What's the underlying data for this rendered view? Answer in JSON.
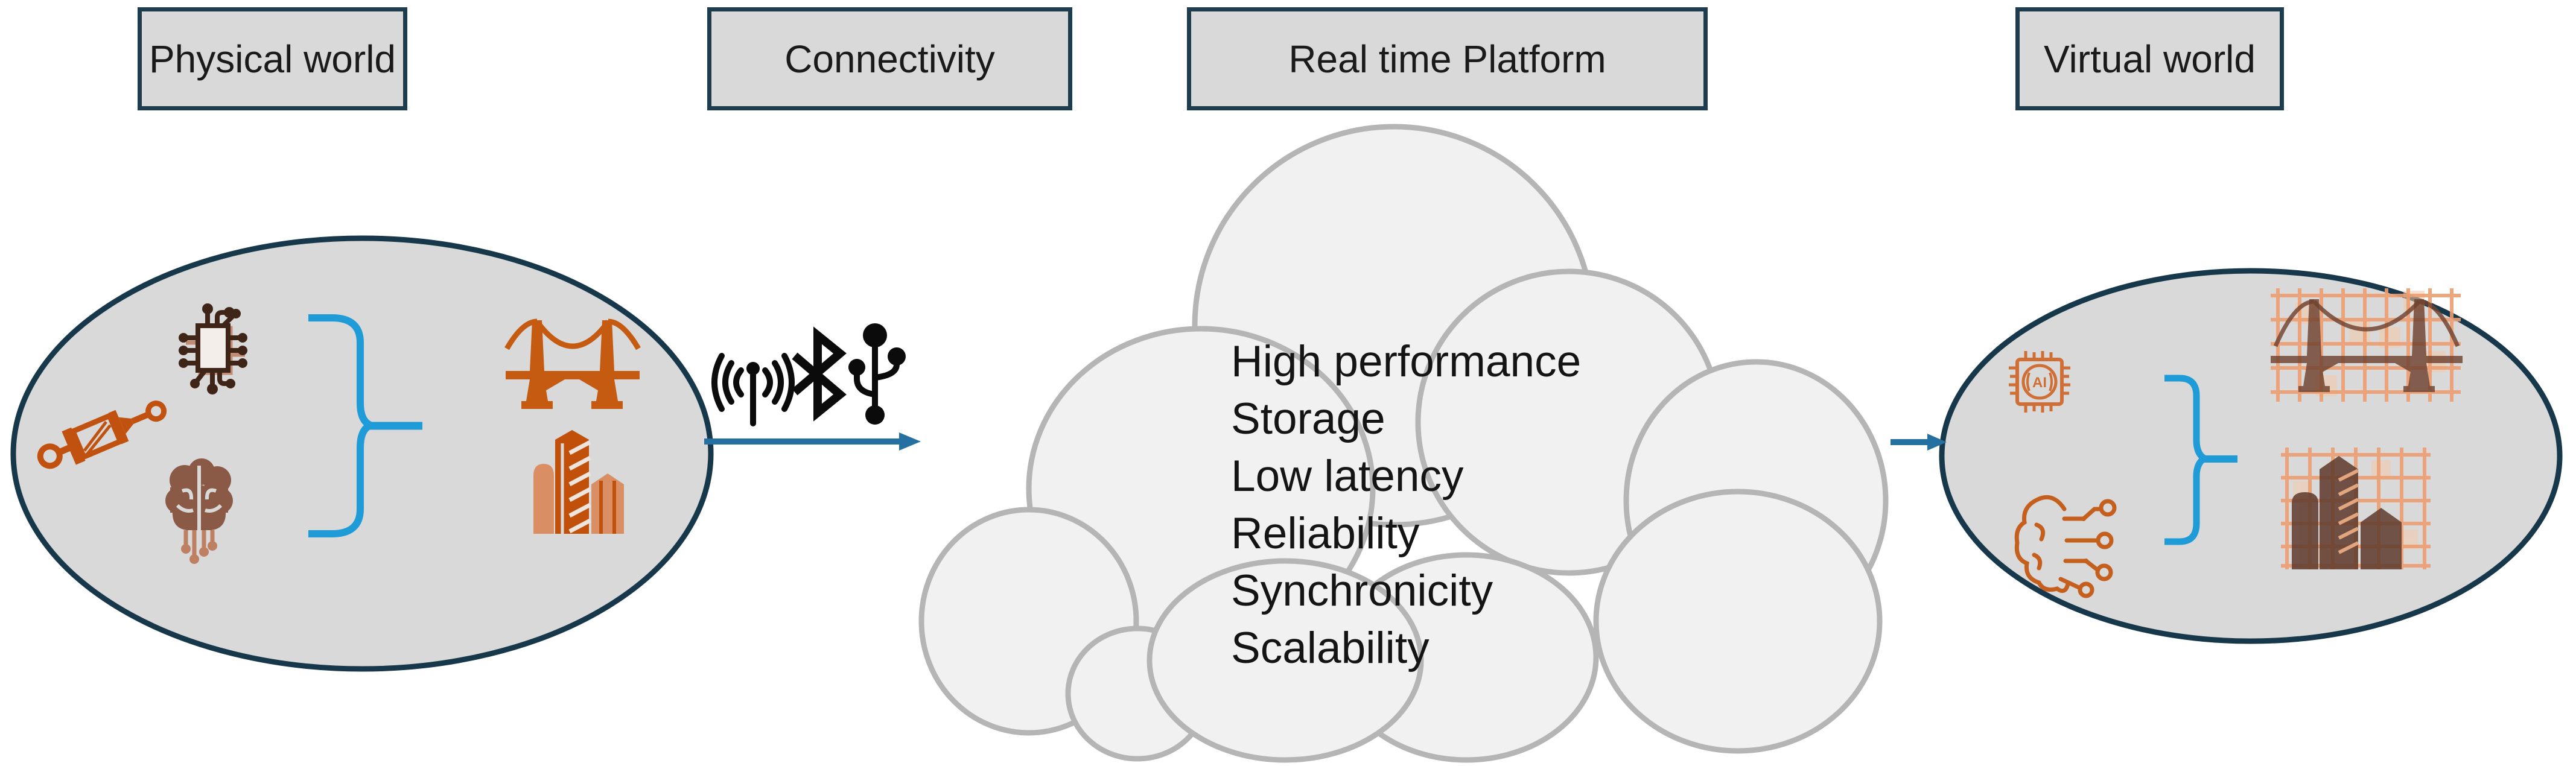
{
  "headers": {
    "physical": "Physical world",
    "connectivity": "Connectivity",
    "platform": "Real time Platform",
    "virtual": "Virtual world"
  },
  "platform_features": [
    "High performance",
    "Storage",
    "Low latency",
    "Reliability",
    "Synchronicity",
    "Scalability"
  ],
  "physical_world": {
    "icons": [
      "microchip-icon",
      "actuator-icon",
      "brain-icon",
      "suspension-bridge-icon",
      "buildings-icon"
    ],
    "grouping": "brace-right-pointing"
  },
  "connectivity": {
    "icons": [
      "wireless-antenna-icon",
      "bluetooth-icon",
      "usb-icon"
    ]
  },
  "virtual_world": {
    "ai_chip_label": "AI",
    "icons": [
      "ai-chip-icon",
      "brain-circuit-icon",
      "digital-bridge-icon",
      "digital-buildings-icon"
    ],
    "grouping": "brace-right-pointing"
  },
  "colors": {
    "box_fill": "#d9d9d9",
    "box_border": "#1d3c4e",
    "ellipse_fill": "#d9d9d9",
    "ellipse_border": "#17374a",
    "cloud_fill": "#f1f1f1",
    "cloud_border": "#b5b5b5",
    "arrow": "#2470a0",
    "brace_blue": "#1f9cd8",
    "orange": "#c55a11",
    "salmon": "#d98f63",
    "dark_brown": "#3f2517",
    "brain_brown": "#8a5a47",
    "grid_orange": "#ec9e70",
    "silhouette_brown": "#70422f",
    "icon_black": "#0b0b0b"
  }
}
